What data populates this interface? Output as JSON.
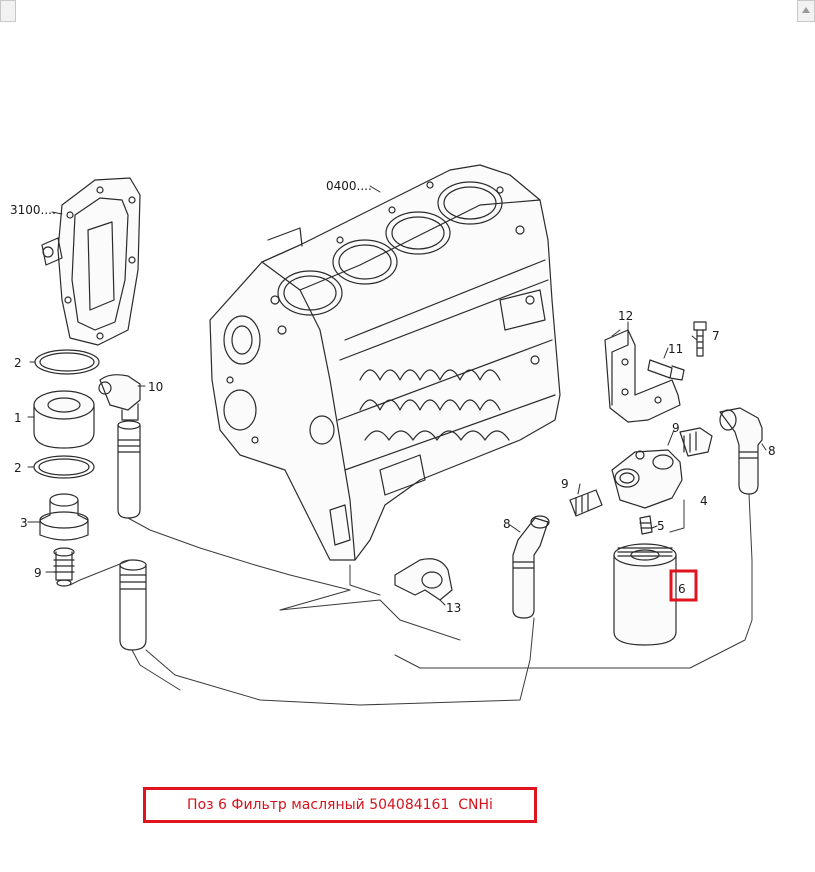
{
  "labels": {
    "group_3100": "3100....",
    "group_0400": "0400....",
    "p1": "1",
    "p2_top": "2",
    "p2_bottom": "2",
    "p3": "3",
    "p4": "4",
    "p5": "5",
    "p6": "6",
    "p7": "7",
    "p8_left": "8",
    "p8_right": "8",
    "p9_left": "9",
    "p9_mid": "9",
    "p9_right": "9",
    "p10": "10",
    "p11": "11",
    "p12": "12",
    "p13": "13"
  },
  "caption": {
    "text": "Поз 6 Фильтр масляный 504084161  CNHi"
  },
  "colors": {
    "highlight": "#e0141e",
    "line": "#2b2b2b"
  }
}
